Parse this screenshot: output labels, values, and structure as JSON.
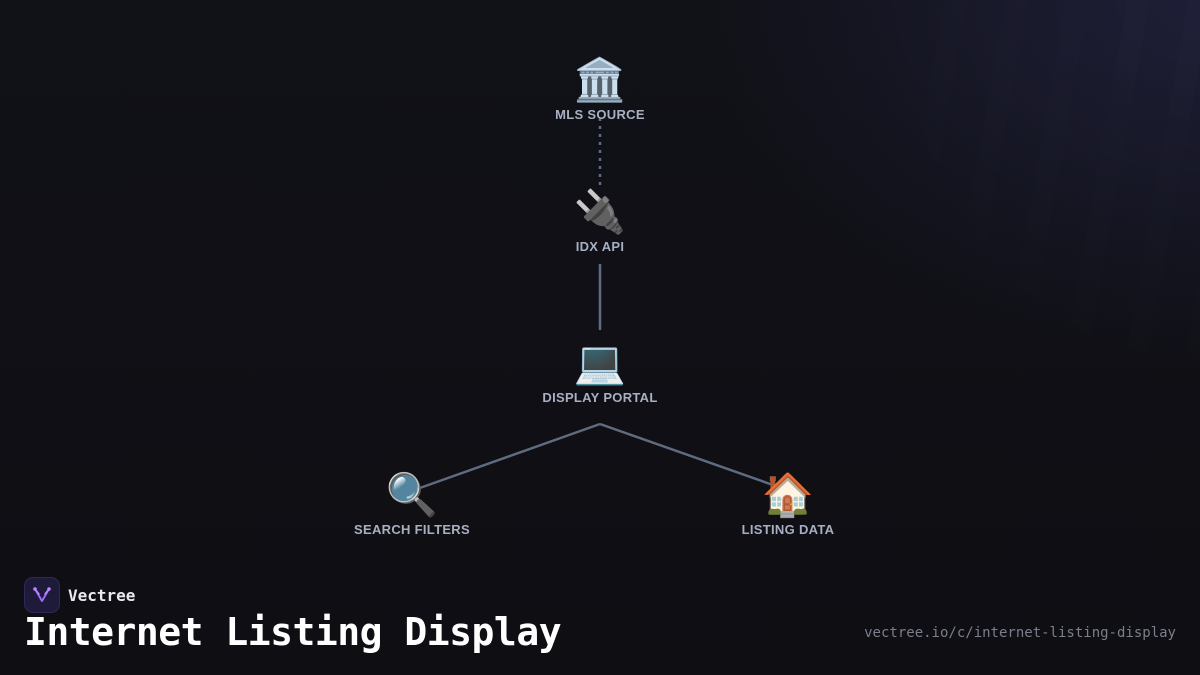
{
  "nodes": {
    "mls_source": {
      "label": "MLS SOURCE",
      "icon": "🏛️"
    },
    "idx_api": {
      "label": "IDX API",
      "icon": "🔌"
    },
    "display_portal": {
      "label": "DISPLAY PORTAL",
      "icon": "💻"
    },
    "search_filters": {
      "label": "SEARCH FILTERS",
      "icon": "🔍"
    },
    "listing_data": {
      "label": "LISTING DATA",
      "icon": "🏠"
    }
  },
  "edges": [
    {
      "from": "mls_source",
      "to": "idx_api",
      "style": "dotted"
    },
    {
      "from": "idx_api",
      "to": "display_portal",
      "style": "solid"
    },
    {
      "from": "display_portal",
      "to": "search_filters",
      "style": "solid"
    },
    {
      "from": "display_portal",
      "to": "listing_data",
      "style": "solid"
    }
  ],
  "brand": {
    "name": "Vectree",
    "logo_icon": "vectree-logo-icon"
  },
  "title": "Internet Listing Display",
  "url": "vectree.io/c/internet-listing-display",
  "colors": {
    "edge": "#5f6b7e",
    "label": "#a7b0c2",
    "background": "#0f0f14",
    "accent": "#8b5cf6"
  }
}
